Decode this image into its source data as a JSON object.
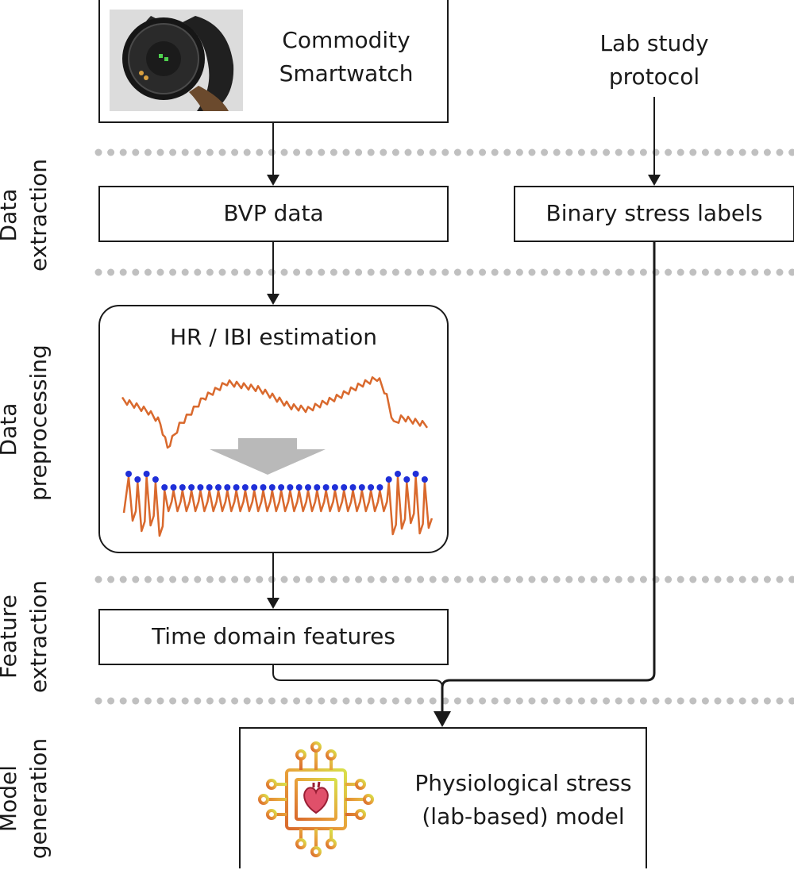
{
  "stages": {
    "data_extraction": [
      "Data",
      "extraction"
    ],
    "data_preprocessing": [
      "Data",
      "preprocessing"
    ],
    "feature_extraction": [
      "Feature",
      "extraction"
    ],
    "model_generation": [
      "Model",
      "generation"
    ]
  },
  "nodes": {
    "smartwatch": [
      "Commodity",
      "Smartwatch"
    ],
    "lab_protocol": [
      "Lab study",
      "protocol"
    ],
    "bvp": "BVP data",
    "labels": "Binary stress labels",
    "hr_ibi": "HR / IBI estimation",
    "features": "Time domain features",
    "model": [
      "Physiological stress",
      "(lab-based) model"
    ]
  },
  "icons": {
    "smartwatch_photo": "smartwatch-image",
    "process_arrow": "down-arrow-icon",
    "model_icon": "ai-chip-heart-icon"
  },
  "colors": {
    "signal": "#d9692d",
    "peaks": "#1f2fd8",
    "divider": "#c0c0c0",
    "arrow_gray": "#b9b9b9"
  }
}
